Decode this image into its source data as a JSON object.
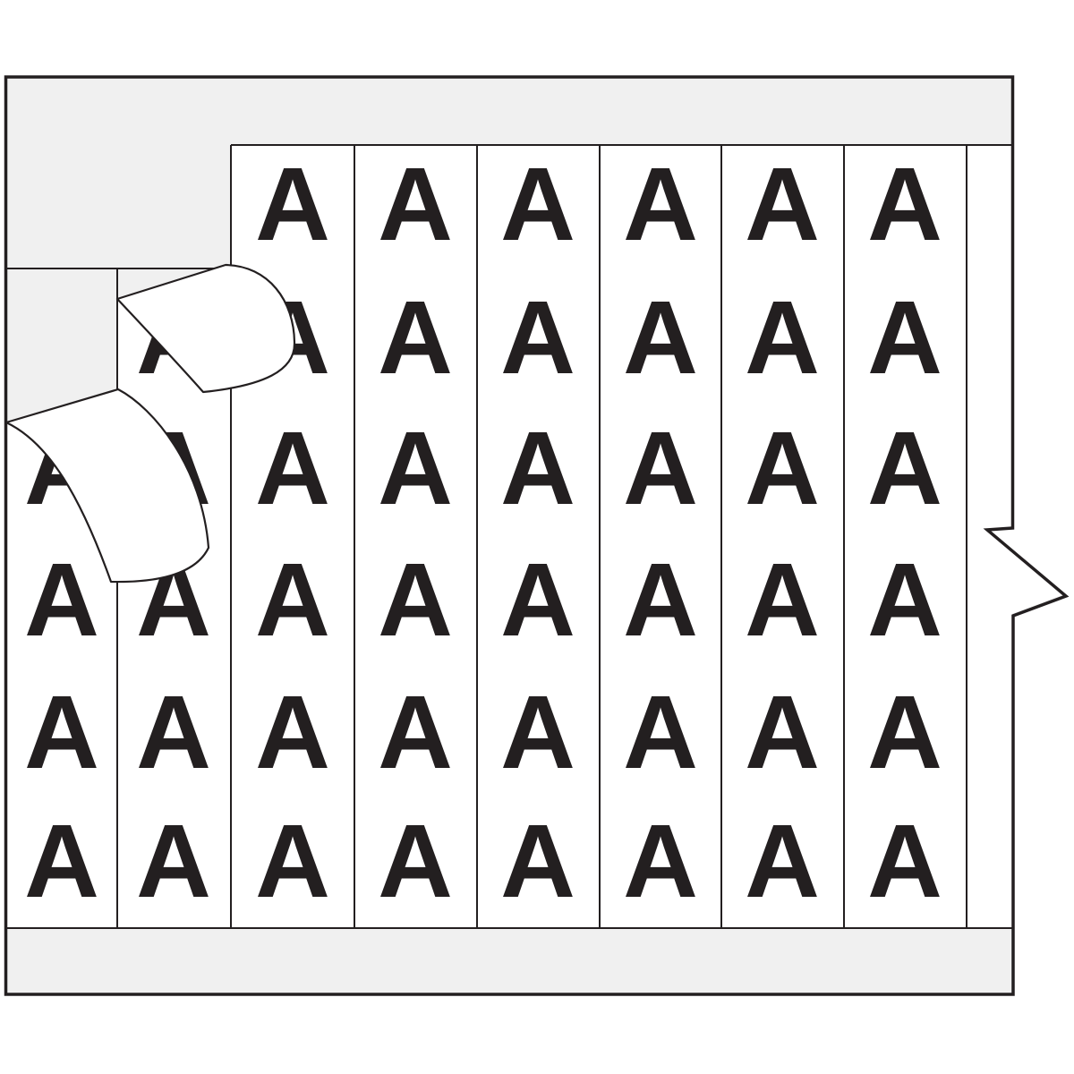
{
  "card": {
    "letter": "A",
    "letter_count": 45,
    "rows": 6,
    "columns": 8,
    "colors": {
      "card_fill": "#f0f0f0",
      "label_fill": "#ffffff",
      "ink": "#231f20",
      "page_background": "#ffffff"
    }
  }
}
